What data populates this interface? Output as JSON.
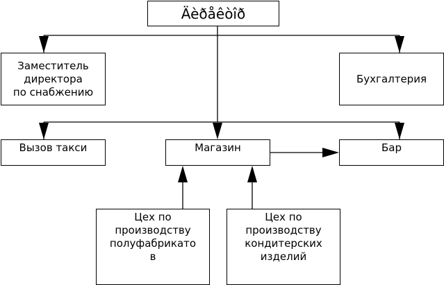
{
  "diagram": {
    "type": "org-chart",
    "line_color": "#000000",
    "box_border_color": "#000000",
    "box_fill_color": "#ffffff",
    "nodes": {
      "top": {
        "lines": [
          "Äèðåêòîð"
        ]
      },
      "deputy": {
        "lines": [
          "Заместитель",
          "директора",
          "по снабжению"
        ]
      },
      "accounting": {
        "lines": [
          "Бухгалтерия"
        ]
      },
      "taxi": {
        "lines": [
          "Вызов такси"
        ]
      },
      "shop": {
        "lines": [
          "Магазин"
        ]
      },
      "bar": {
        "lines": [
          "Бар"
        ]
      },
      "semi": {
        "lines": [
          "Цех по",
          "производству",
          "полуфабрикато",
          "в"
        ]
      },
      "confectionery": {
        "lines": [
          "Цех по",
          "производству",
          "кондитерских",
          "изделий"
        ]
      }
    },
    "edges": [
      {
        "from": "top",
        "to": "deputy"
      },
      {
        "from": "top",
        "to": "accounting"
      },
      {
        "from": "top",
        "to": "taxi"
      },
      {
        "from": "top",
        "to": "shop"
      },
      {
        "from": "top",
        "to": "bar"
      },
      {
        "from": "shop",
        "to": "bar"
      },
      {
        "from": "semi",
        "to": "shop"
      },
      {
        "from": "confectionery",
        "to": "shop"
      }
    ]
  }
}
